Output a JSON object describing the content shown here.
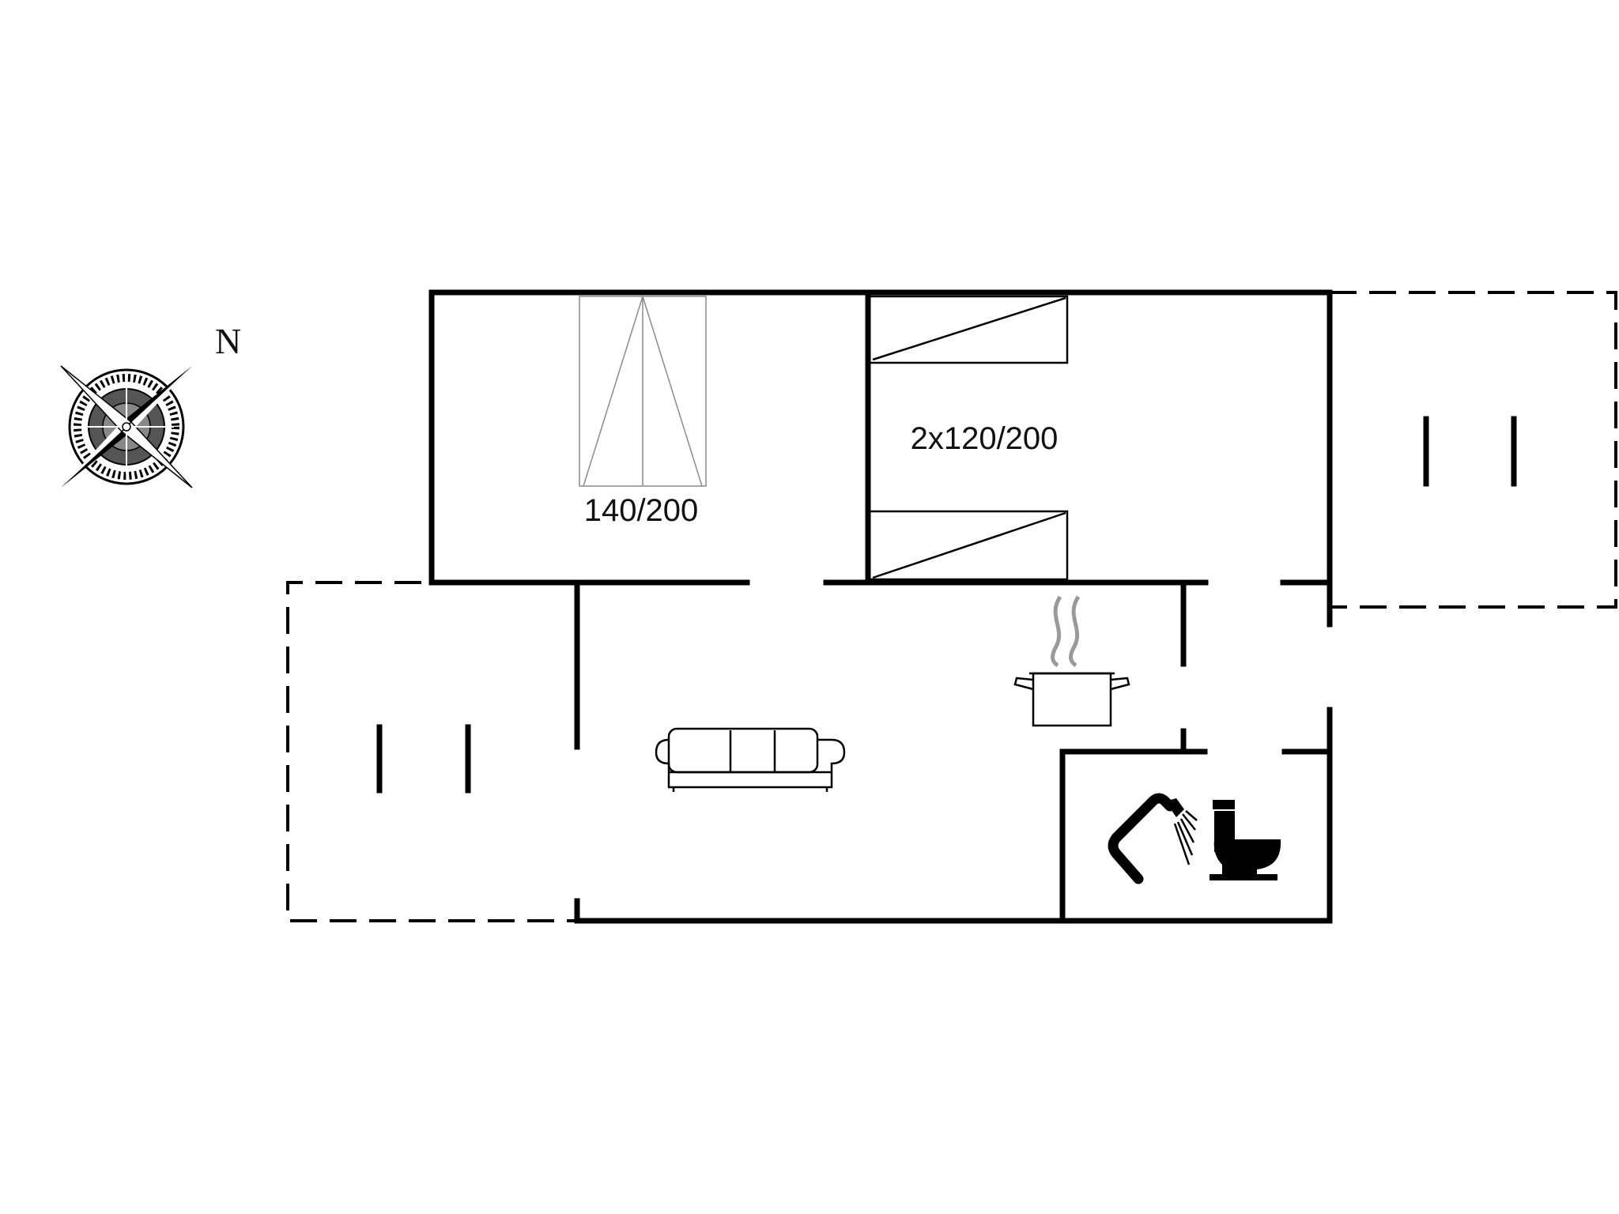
{
  "compass": {
    "north_label": "N"
  },
  "rooms": {
    "bedroom_1": {
      "bed_label": "140/200"
    },
    "bedroom_2": {
      "bed_label": "2x120/200"
    }
  },
  "icons": {
    "compass": "compass-rose-icon",
    "sofa": "sofa-icon",
    "kitchen": "cooking-pot-icon",
    "shower": "shower-icon",
    "toilet": "toilet-icon"
  },
  "colors": {
    "walls": "#000000",
    "steam": "#999999"
  }
}
